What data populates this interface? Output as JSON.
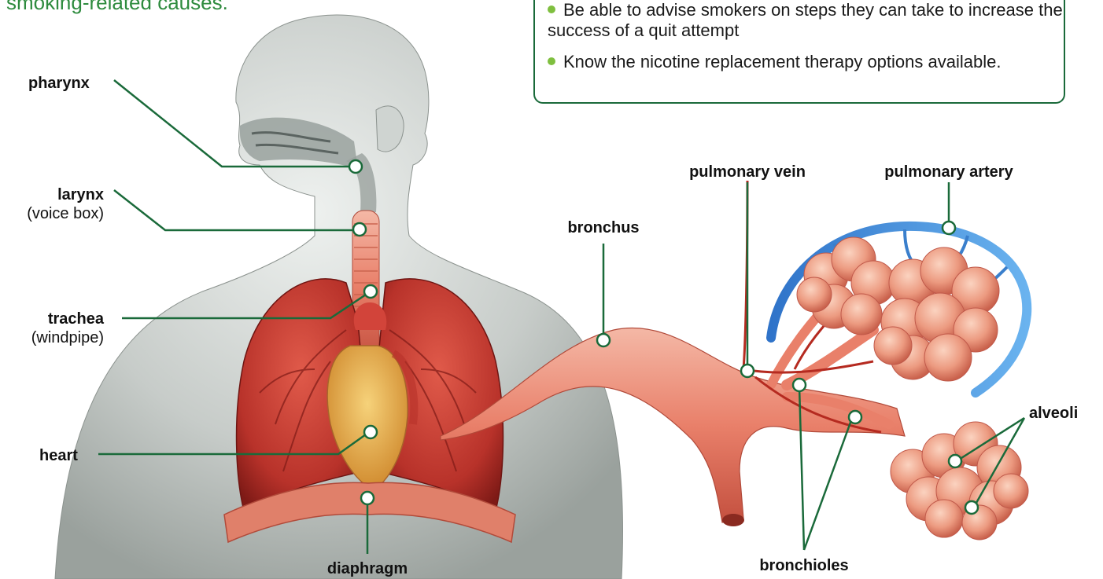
{
  "intro_text": "smoking-related causes.",
  "objectives": [
    "Be able to advise smokers on steps they can take to increase the success of a quit attempt",
    "Know the nicotine replacement therapy options available."
  ],
  "labels": {
    "pharynx": "pharynx",
    "larynx": "larynx",
    "larynx_note": "(voice box)",
    "trachea": "trachea",
    "trachea_note": "(windpipe)",
    "heart": "heart",
    "diaphragm": "diaphragm",
    "bronchus": "bronchus",
    "pulmonary_vein": "pulmonary vein",
    "pulmonary_artery": "pulmonary artery",
    "alveoli": "alveoli",
    "bronchioles": "bronchioles"
  },
  "colors": {
    "leader_line": "#1a6a3a",
    "accent_green": "#2e8b3e",
    "bullet": "#7fbf3f"
  }
}
